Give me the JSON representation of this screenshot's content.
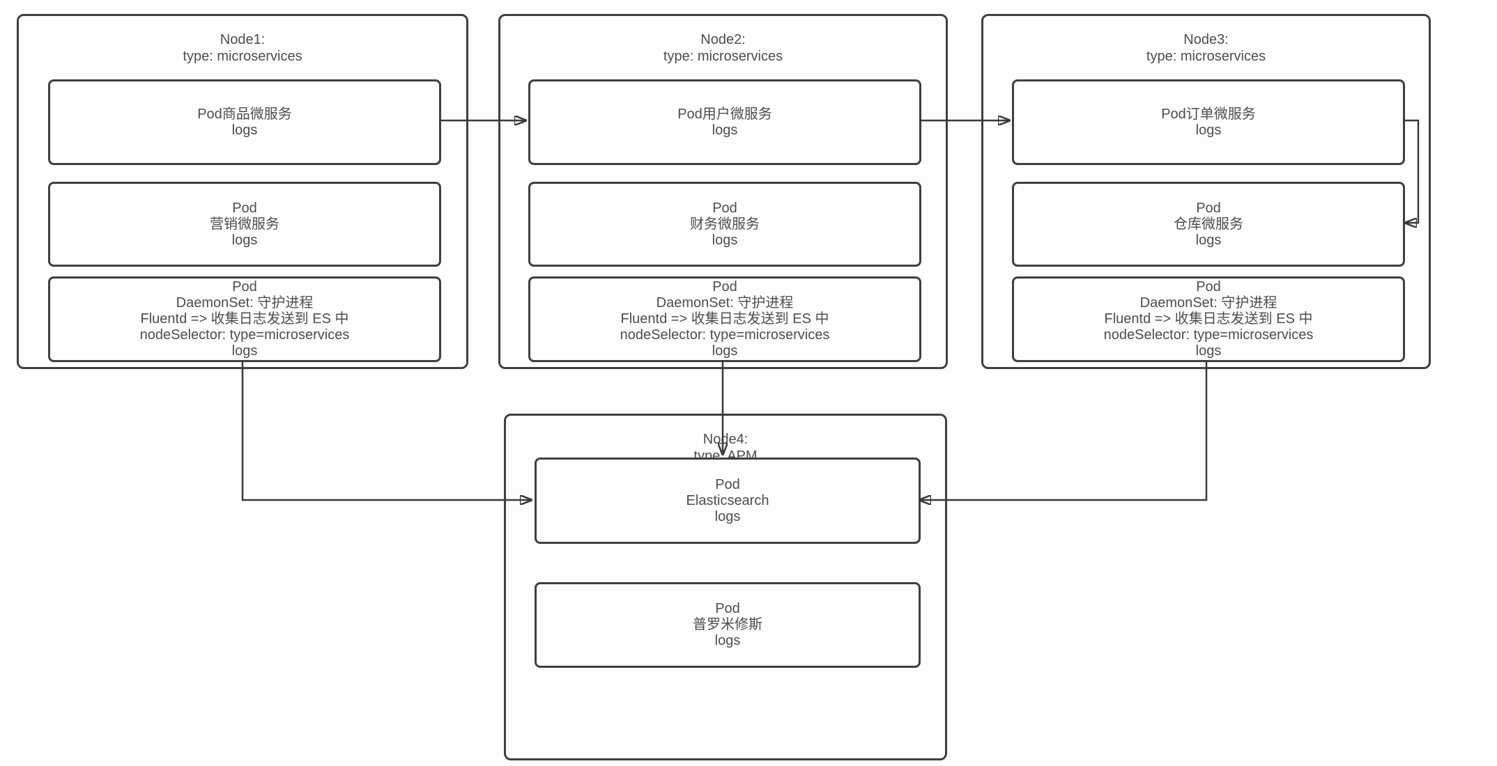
{
  "diagram": {
    "background_color": "#fdfdfd",
    "line_color": "#3a3a3a",
    "border_color": "#3f3f3f",
    "text_color": "#4d4d4d",
    "nodes": [
      {
        "title_line1": "Node1:",
        "title_line2": "type: microservices",
        "pods": [
          {
            "lines": [
              "Pod商品微服务",
              "logs"
            ]
          },
          {
            "lines": [
              "Pod",
              "营销微服务",
              "logs"
            ]
          },
          {
            "lines": [
              "Pod",
              "DaemonSet: 守护进程",
              "Fluentd => 收集日志发送到 ES 中",
              "nodeSelector: type=microservices",
              "logs"
            ]
          }
        ]
      },
      {
        "title_line1": "Node2:",
        "title_line2": "type: microservices",
        "pods": [
          {
            "lines": [
              "Pod用户微服务",
              "logs"
            ]
          },
          {
            "lines": [
              "Pod",
              "财务微服务",
              "logs"
            ]
          },
          {
            "lines": [
              "Pod",
              "DaemonSet: 守护进程",
              "Fluentd => 收集日志发送到 ES 中",
              "nodeSelector: type=microservices",
              "logs"
            ]
          }
        ]
      },
      {
        "title_line1": "Node3:",
        "title_line2": "type: microservices",
        "pods": [
          {
            "lines": [
              "Pod订单微服务",
              "logs"
            ]
          },
          {
            "lines": [
              "Pod",
              "仓库微服务",
              "logs"
            ]
          },
          {
            "lines": [
              "Pod",
              "DaemonSet: 守护进程",
              "Fluentd => 收集日志发送到 ES 中",
              "nodeSelector: type=microservices",
              "logs"
            ]
          }
        ]
      },
      {
        "title_line1": "Node4:",
        "title_line2": "type: APM",
        "pods": [
          {
            "lines": [
              "Pod",
              "Elasticsearch",
              "logs"
            ]
          },
          {
            "lines": [
              "Pod",
              "普罗米修斯",
              "logs"
            ]
          }
        ]
      }
    ],
    "connections": [
      {
        "from": "node1-pod-商品微服务",
        "to": "node2-pod-用户微服务",
        "direction": "right"
      },
      {
        "from": "node2-pod-用户微服务",
        "to": "node3-pod-订单微服务",
        "direction": "right"
      },
      {
        "from": "node3-pod-订单微服务",
        "to": "node3-pod-仓库微服务",
        "direction": "loop-right-down-left"
      },
      {
        "from": "node1-pod-daemonset",
        "to": "node4-pod-elasticsearch",
        "direction": "down-right"
      },
      {
        "from": "node2-pod-daemonset",
        "to": "node4-pod-elasticsearch",
        "direction": "down"
      },
      {
        "from": "node3-pod-daemonset",
        "to": "node4-pod-elasticsearch",
        "direction": "down-left"
      }
    ]
  }
}
